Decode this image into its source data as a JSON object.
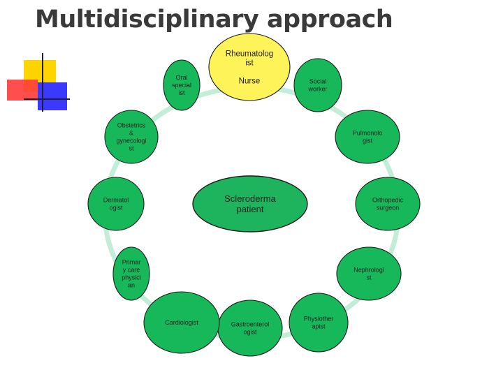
{
  "title": "Multidisciplinary approach",
  "colors": {
    "ring": "#c2edd8",
    "node_fill": "#16b85a",
    "center_fill": "#1db45d",
    "rheum_fill": "#fff35a",
    "outline": "#1c1c1c",
    "deco_yellow": "#ffd400",
    "deco_red": "#ff3b3b",
    "deco_blue": "#3a3aff"
  },
  "center": {
    "id": "center",
    "lines": [
      "Scleroderma",
      "patient"
    ]
  },
  "nodes": [
    {
      "id": "rheumatologist",
      "lines": [
        "Rheumatolog",
        "ist",
        "",
        "Nurse"
      ]
    },
    {
      "id": "social-worker",
      "lines": [
        "Social",
        "worker"
      ]
    },
    {
      "id": "pulmonologist",
      "lines": [
        "Pulmonolo",
        "gist"
      ]
    },
    {
      "id": "orthopedic-surgeon",
      "lines": [
        "Orthopedic",
        "surgeon"
      ]
    },
    {
      "id": "nephrologist",
      "lines": [
        "Nephrologi",
        "st"
      ]
    },
    {
      "id": "physiotherapist",
      "lines": [
        "Physiother",
        "apist"
      ]
    },
    {
      "id": "gastroenterologist",
      "lines": [
        "Gastroenterol",
        "ogist"
      ]
    },
    {
      "id": "cardiologist",
      "lines": [
        "Cardiologist"
      ]
    },
    {
      "id": "primary-care-physician",
      "lines": [
        "Primar",
        "y care",
        "physici",
        "an"
      ]
    },
    {
      "id": "dermatologist",
      "lines": [
        "Dermatol",
        "ogist"
      ]
    },
    {
      "id": "obstetrics-gynecologist",
      "lines": [
        "Obstetrics",
        "&",
        "gynecologi",
        "st"
      ]
    },
    {
      "id": "oral-specialist",
      "lines": [
        "Oral",
        "special",
        "ist"
      ]
    }
  ]
}
